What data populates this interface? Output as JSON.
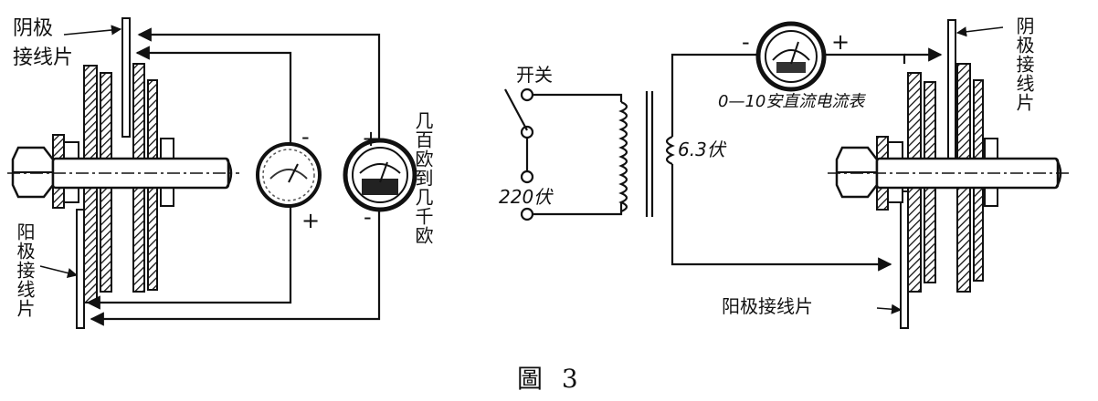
{
  "left_diagram": {
    "cathode_tab": "阴极接线片",
    "cathode_tab_line1": "阴极",
    "cathode_tab_line2": "接线片",
    "anode_tab": "阳极接线片",
    "resistance_meter": "几百欧到几千欧",
    "meter_small_minus": "-",
    "meter_small_plus": "+",
    "meter_large_plus": "+",
    "meter_large_minus": "-"
  },
  "right_diagram": {
    "switch": "开关",
    "mains_voltage": "220伏",
    "secondary_voltage": "6.3伏",
    "ammeter": "0—10安直流电流表",
    "ammeter_minus": "-",
    "ammeter_plus": "+",
    "cathode_tab": "阴极接线片",
    "anode_tab": "阳极接线片"
  },
  "caption": "圖 3"
}
